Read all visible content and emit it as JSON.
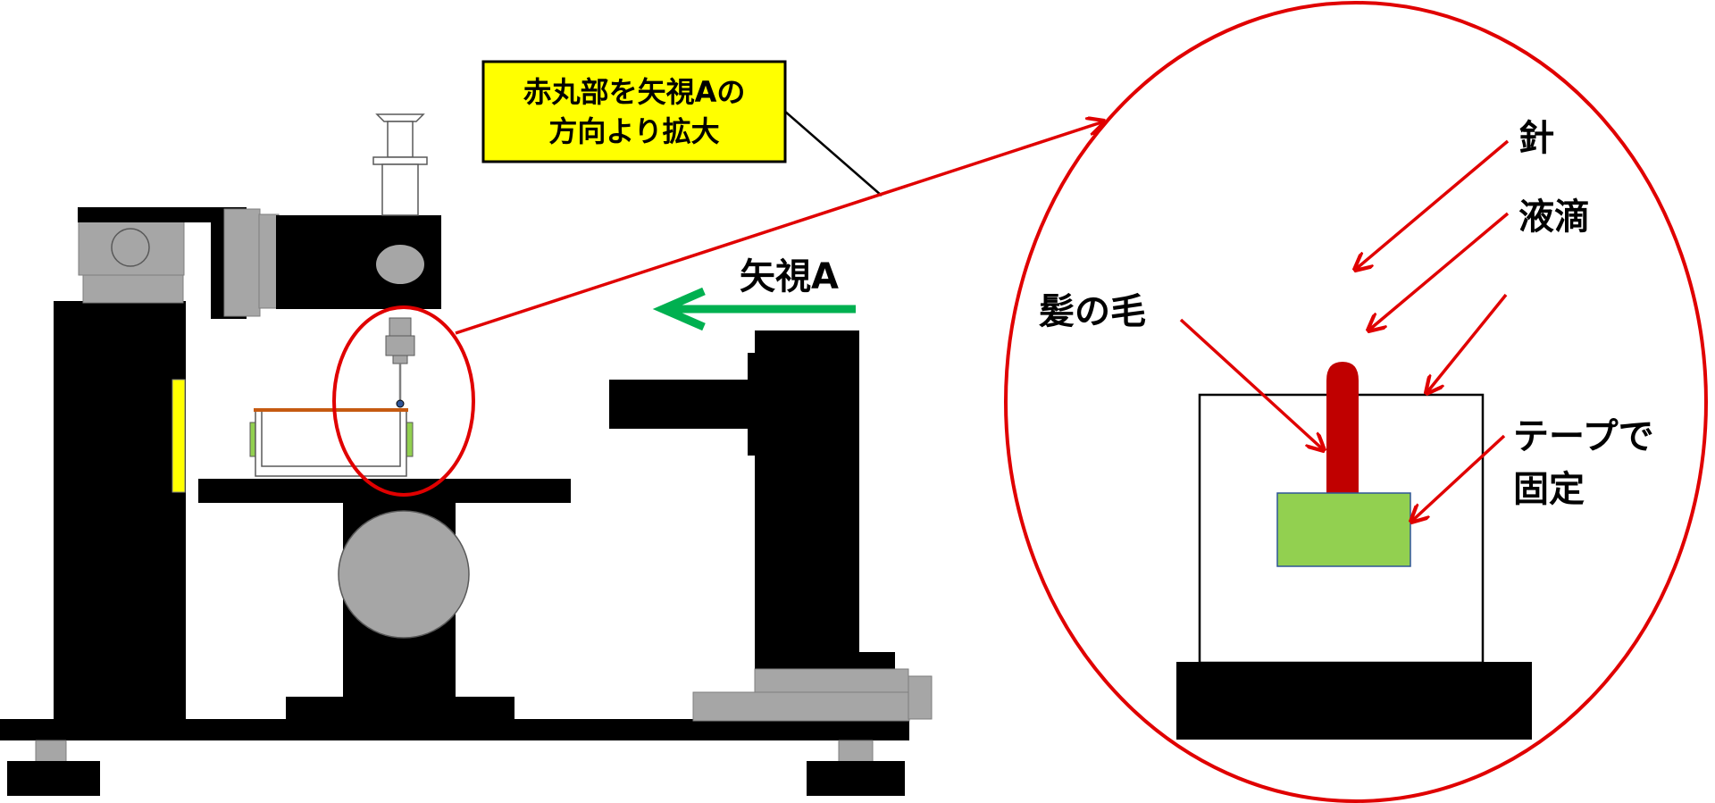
{
  "callout": {
    "line1": "赤丸部を矢視Aの",
    "line2": "方向より拡大"
  },
  "view_arrow_label": "矢視A",
  "labels": {
    "needle": "針",
    "droplet": "液滴",
    "hair": "髪の毛",
    "tape_line1": "テープで",
    "tape_line2": "固定"
  },
  "colors": {
    "black": "#000000",
    "gray": "#a6a6a6",
    "red": "#e00000",
    "green": "#00b050",
    "yellow": "#ffff00",
    "hair_red": "#c00000",
    "tape_green": "#92d050",
    "stage_orange": "#c55a11"
  }
}
